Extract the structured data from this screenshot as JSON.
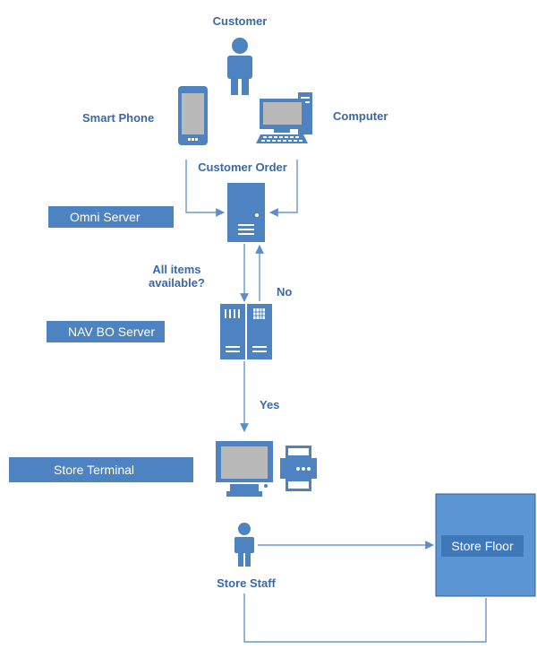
{
  "diagram": {
    "customer": "Customer",
    "smart_phone": "Smart Phone",
    "computer": "Computer",
    "customer_order": "Customer Order",
    "omni_server": "Omni Server",
    "question": "All items available?",
    "question_line1": "All items",
    "question_line2": "available?",
    "no": "No",
    "nav_bo_server": "NAV BO Server",
    "yes": "Yes",
    "store_terminal": "Store Terminal",
    "store_floor": "Store Floor",
    "store_staff": "Store Staff"
  },
  "colors": {
    "primary": "#4d83c0",
    "dark": "#2f5e96",
    "label_text": "#3b68a8",
    "connector": "#6a98cc"
  }
}
